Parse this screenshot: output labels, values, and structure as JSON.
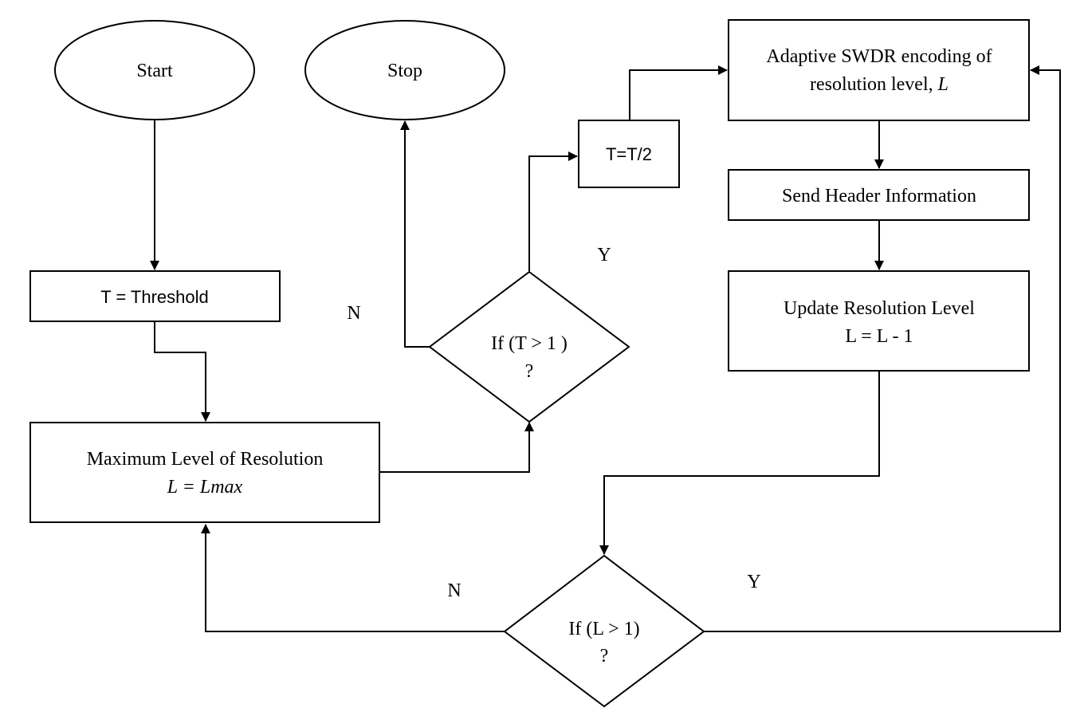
{
  "nodes": {
    "start": "Start",
    "stop": "Stop",
    "threshold": "T = Threshold",
    "max_level_line1": "Maximum Level of Resolution",
    "max_level_line2": "L = Lmax",
    "decision_t_line1": "If  (T > 1 )",
    "decision_t_line2": "?",
    "halve_t": "T=T/2",
    "encode_line1": "Adaptive SWDR encoding of",
    "encode_line2_prefix": "resolution level, ",
    "encode_line2_var": "L",
    "send_header": "Send Header Information",
    "update_line1": "Update Resolution Level",
    "update_line2": "L = L - 1",
    "decision_l_line1": "If (L > 1)",
    "decision_l_line2": "?"
  },
  "edge_labels": {
    "t_yes": "Y",
    "t_no": "N",
    "l_yes": "Y",
    "l_no": "N"
  }
}
